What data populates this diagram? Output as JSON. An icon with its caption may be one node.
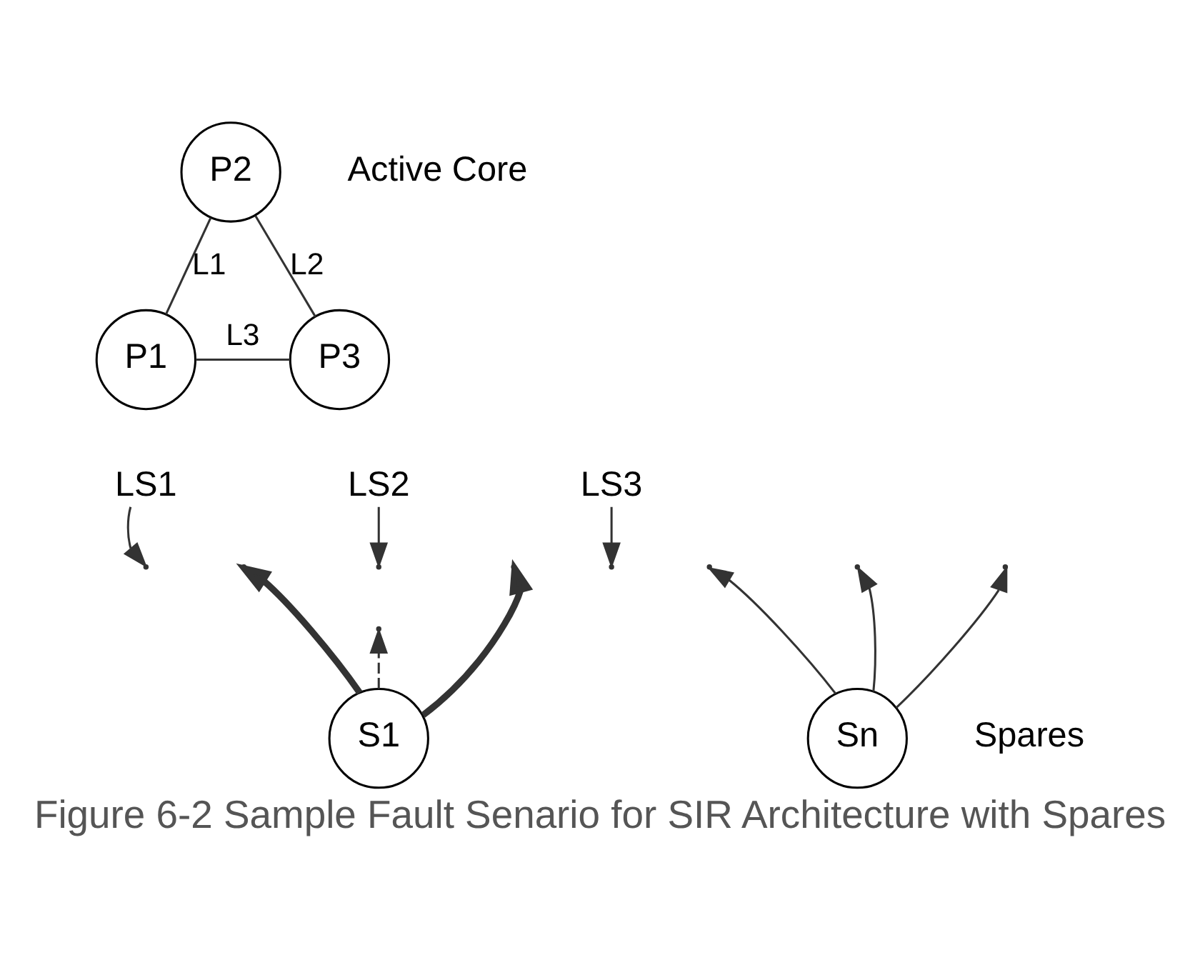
{
  "diagram": {
    "caption": "Figure 6-2 Sample Fault Senario for SIR Architecture with Spares",
    "nodes": [
      {
        "text": [
          "P2"
        ]
      },
      {
        "text": [
          "P1"
        ]
      },
      {
        "text": [
          "P3"
        ]
      },
      {
        "text": [
          "LS1"
        ]
      },
      {
        "text": [
          "LS2"
        ]
      },
      {
        "text": [
          "LS3"
        ]
      },
      {
        "text": [
          "S1"
        ]
      },
      {
        "text": [
          "Sn"
        ]
      }
    ],
    "edges": [
      {
        "from": 0,
        "to": 1,
        "arrow": "none",
        "label": "L1"
      },
      {
        "from": 0,
        "to": 2,
        "arrow": "none",
        "label": "L2"
      },
      {
        "from": 1,
        "to": 2,
        "arrow": "none",
        "label": "L3"
      },
      {
        "from": 3,
        "to": null,
        "arrow": "to"
      },
      {
        "from": 4,
        "to": null,
        "arrow": "to"
      },
      {
        "from": 5,
        "to": null,
        "arrow": "to"
      },
      {
        "from": 6,
        "to": null,
        "arrow": "to",
        "style": "thick"
      },
      {
        "from": 6,
        "to": null,
        "arrow": "to",
        "style": "thick"
      },
      {
        "from": 6,
        "to": null,
        "arrow": "to",
        "style": "dashed"
      },
      {
        "from": 7,
        "to": null,
        "arrow": "to"
      },
      {
        "from": 7,
        "to": null,
        "arrow": "to"
      },
      {
        "from": 7,
        "to": null,
        "arrow": "to"
      }
    ],
    "labels": [
      "Active Core",
      "Spares"
    ]
  }
}
